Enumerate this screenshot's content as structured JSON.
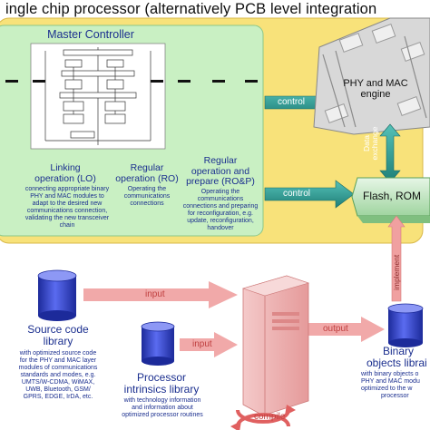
{
  "title": "ingle chip processor (alternatively PCB level integration",
  "master_controller": {
    "title": "Master Controller"
  },
  "operations": [
    {
      "name": "Linking operation (LO)",
      "line1": "Linking",
      "line2": "operation (LO)",
      "desc": [
        "connecting appropriate binary",
        "PHY and MAC modules to",
        "adapt to the desired new",
        "communications connection,",
        "validating the new transceiver",
        "chain"
      ]
    },
    {
      "name": "Regular operation (RO)",
      "line1": "Regular",
      "line2": "operation (RO)",
      "desc": [
        "Operating the",
        "communications",
        "connections"
      ]
    },
    {
      "name": "Regular operation and prepare (RO&P)",
      "line1": "Regular",
      "line2": "operation and",
      "line3": "prepare (RO&P)",
      "desc": [
        "Operating the",
        "communications",
        "connections and preparing",
        "for reconfiguration, e.g.",
        "update, reconfiguration,",
        "handover"
      ]
    }
  ],
  "engine": {
    "line1": "PHY and MAC",
    "line2": "engine"
  },
  "flash": {
    "label": "Flash, ROM"
  },
  "arrows": {
    "control_top": "control",
    "control_mid": "control",
    "data_exchange_1": "Data",
    "data_exchange_2": "exchange",
    "implement": "implement",
    "input_top": "input",
    "input_bottom": "input",
    "output": "output",
    "compile": "compile"
  },
  "libraries": {
    "source": {
      "title1": "Source code",
      "title2": "library",
      "desc": [
        "with optimized source code",
        "for the PHY and MAC layer",
        "modules of communications",
        "standards and modes, e.g.",
        "UMTS/W-CDMA, WiMAX,",
        "UWB, Bluetooth, GSM/",
        "GPRS, EDGE, IrDA, etc."
      ]
    },
    "processor": {
      "title1": "Processor",
      "title2": "intrinsics library",
      "desc": [
        "with technology information",
        "and information about",
        "optimized processor routines"
      ]
    },
    "binary": {
      "title1": "Binary",
      "title2": "objects librai",
      "desc": [
        "with binary objects o",
        "PHY and MAC modu",
        "optimized to the w",
        "processor"
      ]
    }
  },
  "colors": {
    "outer_panel": "#f8e27a",
    "master_panel": "#c9f0c3",
    "arrow_fill": "#2f9a92",
    "pink_arrow": "#f0a0a0",
    "text_blue": "#1b2f8f",
    "cylinder": "#3a48c8"
  }
}
